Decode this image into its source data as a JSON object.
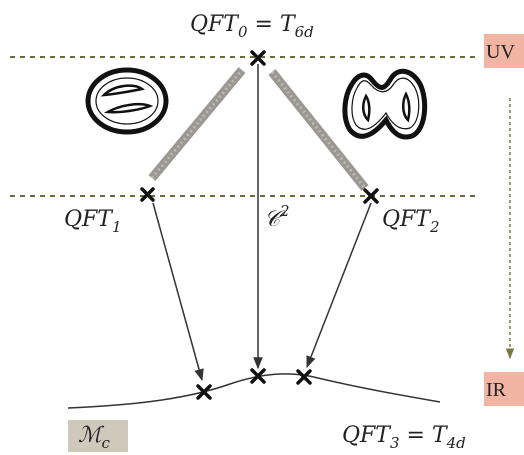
{
  "labels": {
    "top": {
      "lhs": "QFT",
      "lhs_sub": "0",
      "eq": " = ",
      "rhs": "T",
      "rhs_sub": "6d"
    },
    "left": {
      "name": "QFT",
      "sub": "1"
    },
    "right": {
      "name": "QFT",
      "sub": "2"
    },
    "middle": {
      "name": "𝒞",
      "sup": "2"
    },
    "bottom": {
      "lhs": "QFT",
      "lhs_sub": "3",
      "eq": " = ",
      "rhs": "T",
      "rhs_sub": "4d"
    },
    "moduli": {
      "name": "ℳ",
      "sub": "c"
    }
  },
  "scale": {
    "uv": "UV",
    "ir": "IR"
  },
  "colors": {
    "dashed_line": "#6b6b3a",
    "scale_box": "#f2b5a3",
    "moduli_box": "#cfc9bb",
    "strip": "#8a8580",
    "ink": "#111111",
    "rg_arrow": "#7a7a3a"
  },
  "icons": {
    "left_surface": "torus-with-slits-icon",
    "right_surface": "genus-two-surface-icon"
  }
}
